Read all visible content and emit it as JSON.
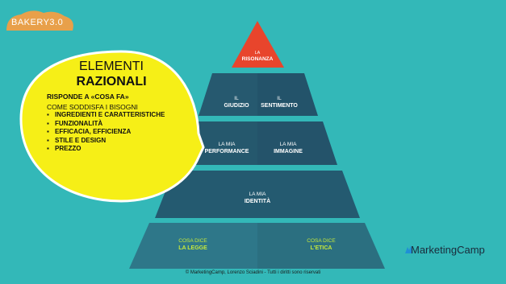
{
  "brand": {
    "bakery_logo": "BAKERY3.0",
    "marketing_logo": "MarketingCamp"
  },
  "colors": {
    "background": "#33b8b8",
    "apex": "#e8452c",
    "tier_dark": "#24586e",
    "tier_mid": "#2d6c83",
    "callout_fill": "#f6ef17",
    "legal_green": "#c6e83b"
  },
  "callout": {
    "title_line1": "ELEMENTI",
    "title_line2": "RAZIONALI",
    "subtitle": "RISPONDE A «COSA FA»",
    "how": "COME SODDISFA I BISOGNI",
    "items": [
      "INGREDIENTI E CARATTERISTICHE",
      "FUNZIONALITÀ",
      "EFFICACIA, EFFICIENZA",
      "STILE E DESIGN",
      "PREZZO"
    ]
  },
  "pyramid": {
    "apex": {
      "line1": "LA",
      "line2": "RISONANZA"
    },
    "level2": {
      "left": {
        "line1": "IL",
        "line2": "GIUDIZIO"
      },
      "right": {
        "line1": "IL",
        "line2": "SENTIMENTO"
      }
    },
    "level3": {
      "left": {
        "line1": "LA MIA",
        "line2": "PERFORMANCE"
      },
      "right": {
        "line1": "LA MIA",
        "line2": "IMMAGINE"
      }
    },
    "level4": {
      "line1": "LA MIA",
      "line2": "IDENTITÀ"
    },
    "base": {
      "left": {
        "line1": "COSA DICE",
        "line2": "LA LEGGE"
      },
      "right": {
        "line1": "COSA DICE",
        "line2": "L'ETICA"
      }
    }
  },
  "footer": "© MarketingCamp, Lorenzo Sciadini - Tutti i diritti sono riservati"
}
